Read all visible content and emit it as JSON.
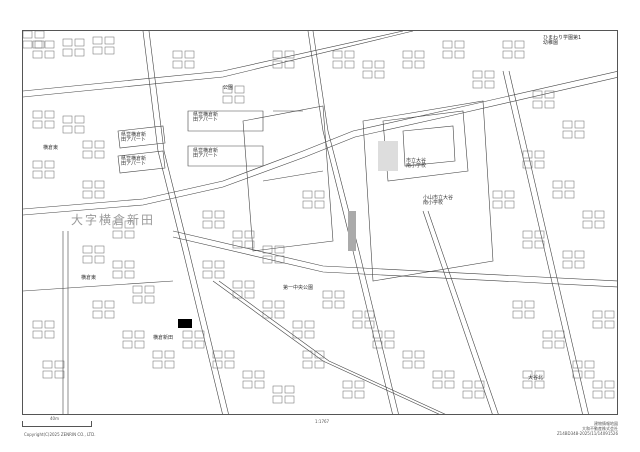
{
  "map": {
    "area_label": "大字横倉新田",
    "school_label_1": "市立大谷南小学校",
    "school_label_2": "小山市立大谷南小学校",
    "kindergarten_label": "ひまわり学園第1幼稚園",
    "apartment_labels": [
      "県営横倉新田アパート",
      "県営横倉新田アパート",
      "県営横倉新田アパート",
      "県営横倉新田アパート"
    ],
    "park_label": "公園",
    "small_labels": [
      "横倉東",
      "横倉東",
      "横倉新田",
      "第一中央公園",
      "大谷北"
    ],
    "target_parcel_color": "#000000"
  },
  "footer": {
    "scale_bar_label": "40m",
    "scale_ratio": "1:1767",
    "copyright": "Copyright(C)2025 ZENRIN CO., LTD.",
    "meta_line1": "建物情報地図",
    "meta_line2": "大和不動産株式会社",
    "meta_line3": "Z14BD348-2025/11/14091526"
  }
}
